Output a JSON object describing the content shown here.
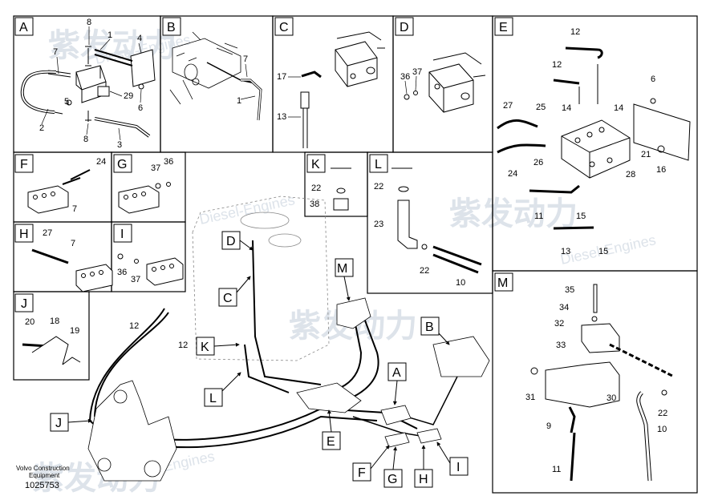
{
  "colors": {
    "line": "#000000",
    "panel_border": "#000000",
    "watermark": "#dde3ea",
    "background": "#ffffff"
  },
  "watermark": {
    "brand": "紫发动力",
    "sub": "Diesel-Engines"
  },
  "footer": {
    "line1": "Volvo Construction",
    "line2": "Equipment",
    "figure_id": "1025753"
  },
  "panels": {
    "A": {
      "label": "A",
      "callouts": [
        "8",
        "1",
        "4",
        "7",
        "29",
        "5",
        "6",
        "2",
        "8",
        "3"
      ]
    },
    "B": {
      "label": "B",
      "callouts": [
        "7",
        "1"
      ]
    },
    "C": {
      "label": "C",
      "callouts": [
        "17",
        "13"
      ]
    },
    "D": {
      "label": "D",
      "callouts": [
        "36",
        "37"
      ]
    },
    "E": {
      "label": "E",
      "callouts": [
        "12",
        "12",
        "6",
        "27",
        "25",
        "14",
        "14",
        "24",
        "26",
        "21",
        "28",
        "16",
        "11",
        "15",
        "13",
        "15"
      ]
    },
    "F": {
      "label": "F",
      "callouts": [
        "24",
        "7"
      ]
    },
    "G": {
      "label": "G",
      "callouts": [
        "37",
        "36"
      ]
    },
    "H": {
      "label": "H",
      "callouts": [
        "27",
        "7"
      ]
    },
    "I": {
      "label": "I",
      "callouts": [
        "36",
        "37"
      ]
    },
    "J": {
      "label": "J",
      "callouts": [
        "20",
        "18",
        "19"
      ]
    },
    "K": {
      "label": "K",
      "callouts": [
        "22",
        "38"
      ]
    },
    "L": {
      "label": "L",
      "callouts": [
        "22",
        "23",
        "22",
        "10"
      ]
    },
    "M": {
      "label": "M",
      "callouts": [
        "35",
        "34",
        "32",
        "33",
        "31",
        "30",
        "9",
        "22",
        "10",
        "11"
      ]
    }
  },
  "main_view": {
    "callouts": [
      "12",
      "12"
    ],
    "markers": [
      "D",
      "C",
      "K",
      "L",
      "J",
      "M",
      "B",
      "A",
      "E",
      "F",
      "G",
      "H",
      "I"
    ]
  }
}
